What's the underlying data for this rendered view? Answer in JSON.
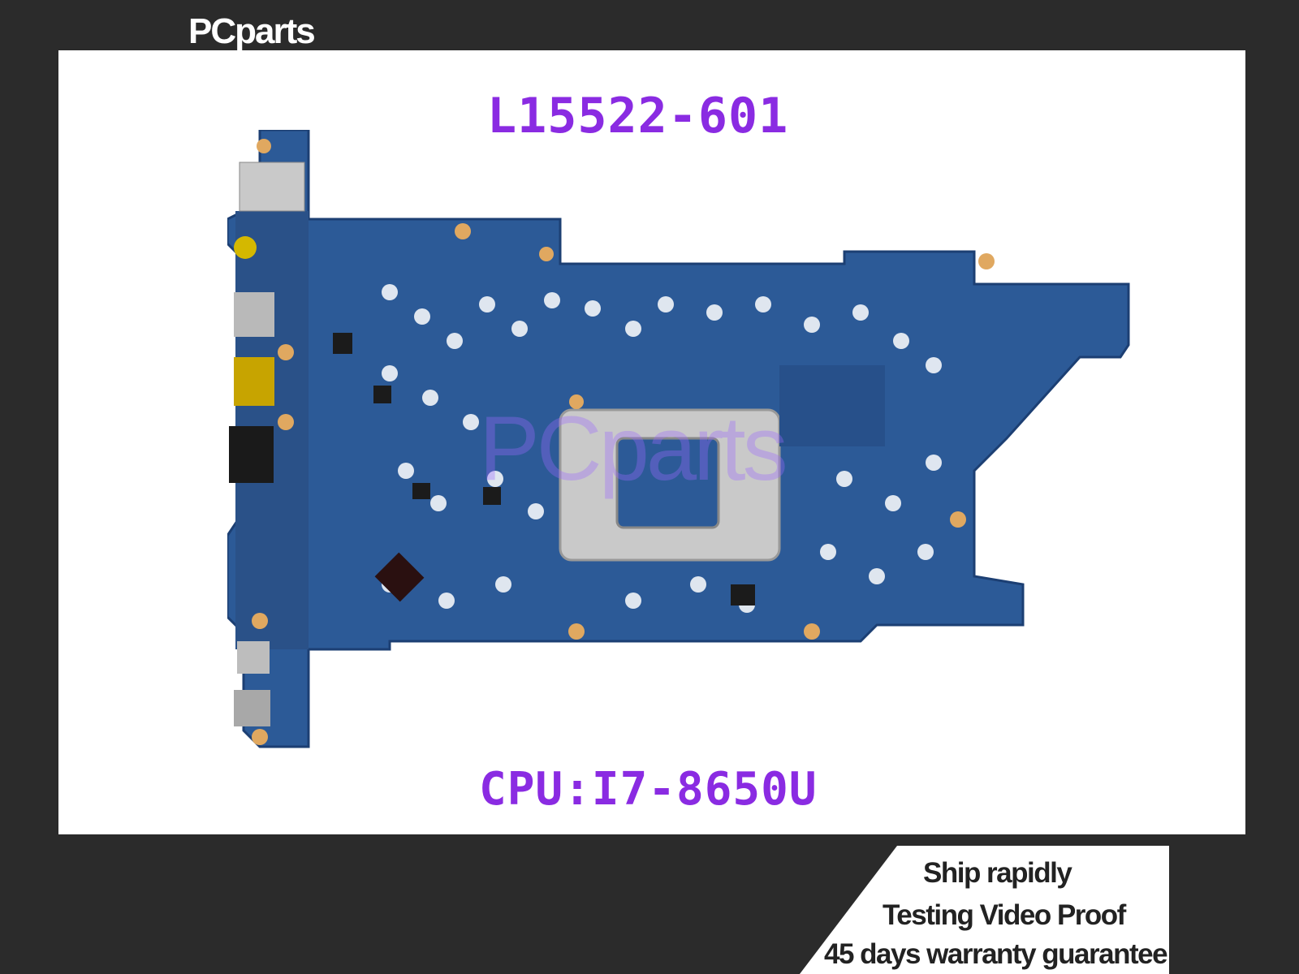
{
  "brand": "PCparts",
  "part_number": "L15522-601",
  "cpu_label": "CPU:I7-8650U",
  "watermark": "PCparts",
  "promo": {
    "line1": "Ship rapidly",
    "line2": "Testing Video Proof",
    "line3": "45 days warranty guarantee"
  },
  "colors": {
    "accent_text": "#8a2be2",
    "background": "#2b2b2b",
    "board": "#2a5a9a"
  }
}
